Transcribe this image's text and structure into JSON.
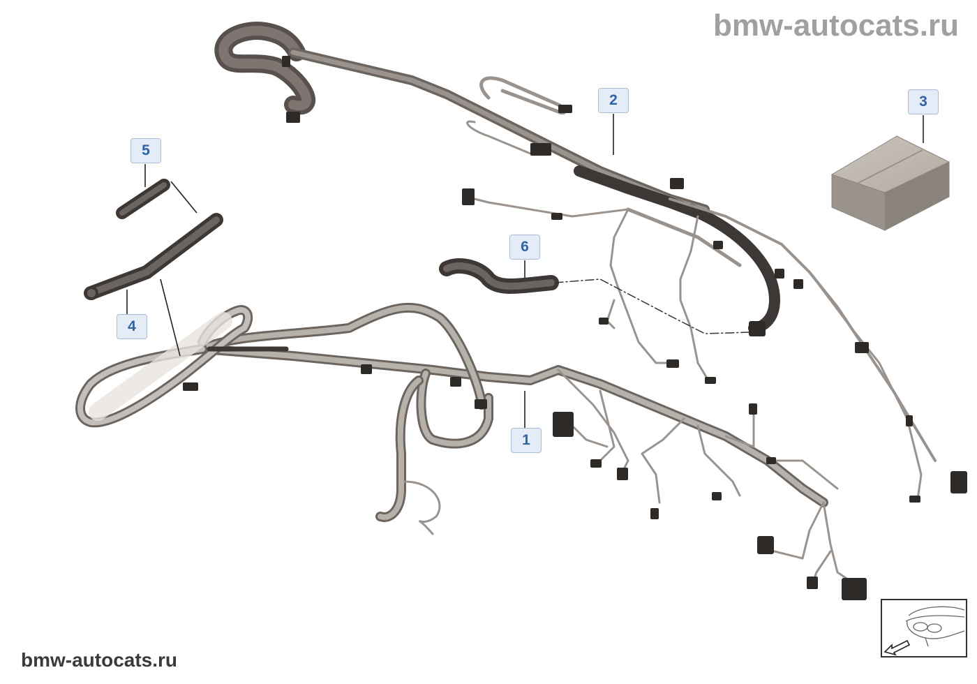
{
  "watermarks": {
    "top": "bmw-autocats.ru",
    "bottom": "bmw-autocats.ru"
  },
  "callouts": [
    {
      "id": "1",
      "label": "1"
    },
    {
      "id": "2",
      "label": "2"
    },
    {
      "id": "3",
      "label": "3"
    },
    {
      "id": "4",
      "label": "4"
    },
    {
      "id": "5",
      "label": "5"
    },
    {
      "id": "6",
      "label": "6"
    }
  ],
  "icons": {
    "orientation": "vehicle-front-orientation-icon"
  },
  "colors": {
    "callout_bg": "#e3ecf7",
    "callout_text": "#2f62a6",
    "callout_border": "#a9bdd8",
    "harness": "#9a928d",
    "harness_dark": "#57504c",
    "connector": "#2e2a28",
    "box": "#a59e96"
  }
}
